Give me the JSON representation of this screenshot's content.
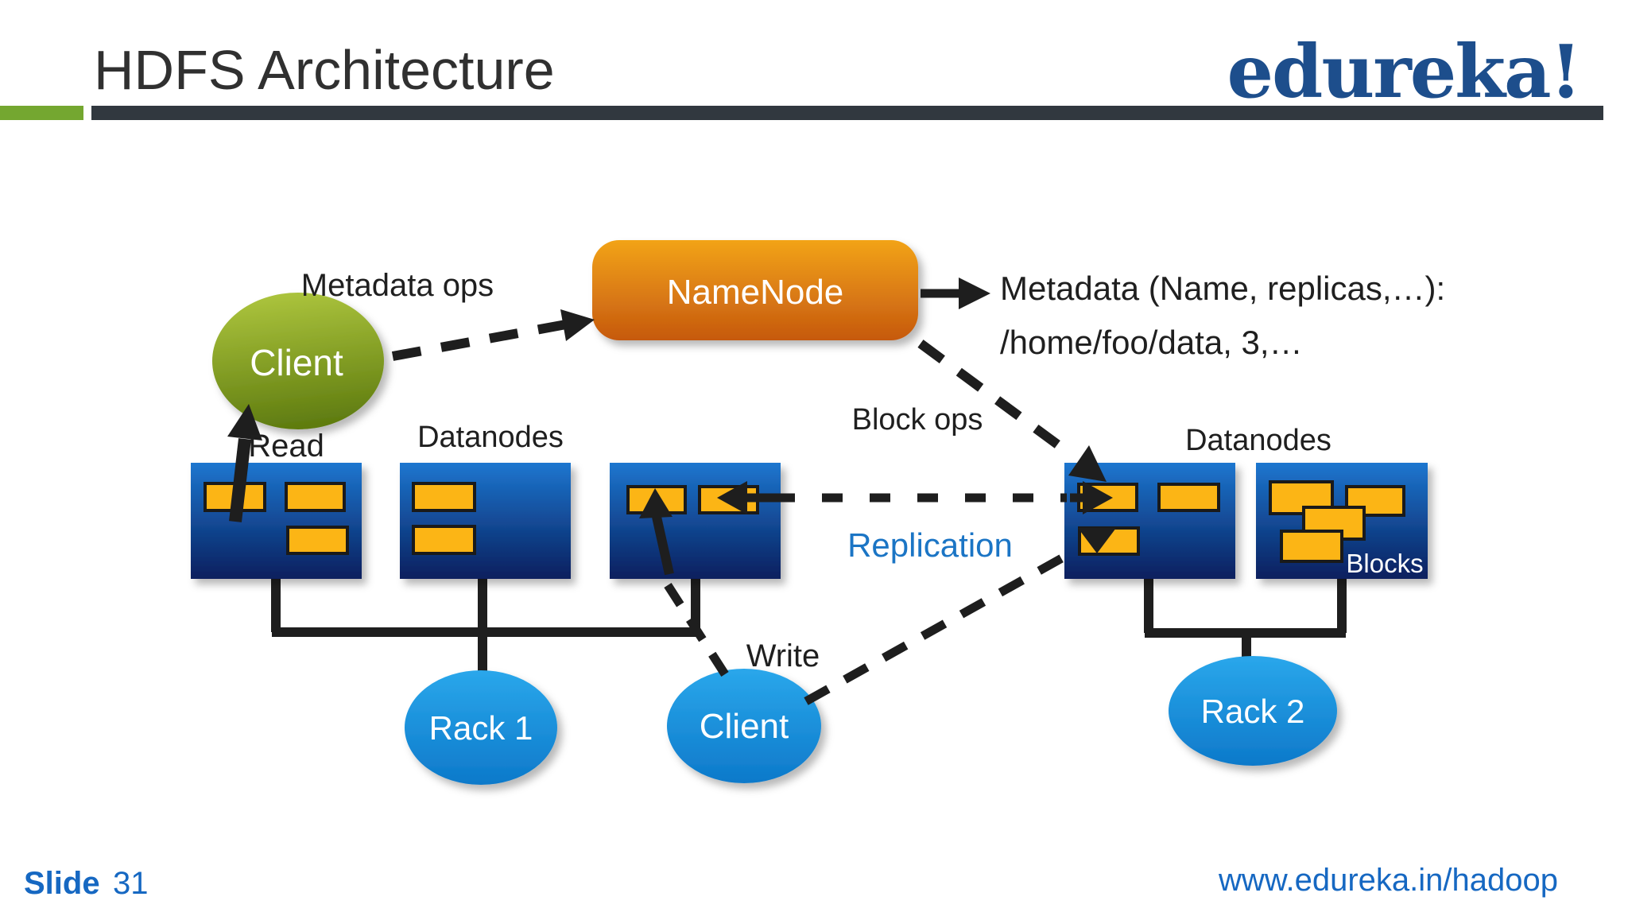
{
  "header": {
    "title": "HDFS Architecture",
    "logo": "edureka!"
  },
  "footer": {
    "slide_label": "Slide",
    "slide_number": "31",
    "url": "www.edureka.in/hadoop"
  },
  "diagram": {
    "nodes": {
      "namenode": "NameNode",
      "client_top": "Client",
      "client_bottom": "Client",
      "rack1": "Rack 1",
      "rack2": "Rack 2"
    },
    "labels": {
      "metadata_ops": "Metadata ops",
      "metadata_line1": "Metadata (Name, replicas,…):",
      "metadata_line2": "/home/foo/data, 3,…",
      "block_ops": "Block ops",
      "replication": "Replication",
      "datanodes_left": "Datanodes",
      "datanodes_right": "Datanodes",
      "read": "Read",
      "write": "Write",
      "blocks": "Blocks"
    }
  },
  "colors": {
    "title_text": "#303030",
    "logo_blue": "#1d4e8c",
    "divider_green": "#74a730",
    "divider_dark": "#31383f",
    "label_text": "#1f1f1f",
    "replication_text": "#1b75c5",
    "footer_text": "#1668c2",
    "namenode_top": "#f2a318",
    "namenode_bottom": "#c6590f",
    "client_green_top": "#aec63e",
    "client_green_bottom": "#5f7c10",
    "datanode_top": "#1d76cf",
    "datanode_bottom": "#081f5e",
    "ellipse_blue_top": "#2aa7eb",
    "ellipse_blue_bottom": "#0d79ca",
    "block_fill": "#fcb515",
    "block_border": "#1a1a1a",
    "line_black": "#1e1e1e",
    "node_text": "#ffffff"
  }
}
